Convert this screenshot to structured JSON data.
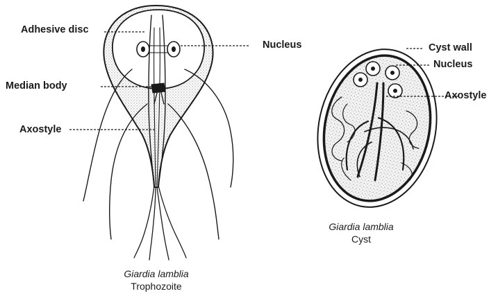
{
  "trophozoite": {
    "labels": {
      "adhesive_disc": "Adhesive disc",
      "nucleus": "Nucleus",
      "median_body": "Median body",
      "axostyle": "Axostyle"
    },
    "caption": {
      "species": "Giardia lamblia",
      "stage": "Trophozoite"
    }
  },
  "cyst": {
    "labels": {
      "cyst_wall": "Cyst wall",
      "nucleus": "Nucleus",
      "axostyle": "Axostyle"
    },
    "caption": {
      "species": "Giardia lamblia",
      "stage": "Cyst"
    }
  },
  "colors": {
    "ink": "#1a1a1a",
    "stipple": "#bdbdbd",
    "background": "#ffffff"
  }
}
